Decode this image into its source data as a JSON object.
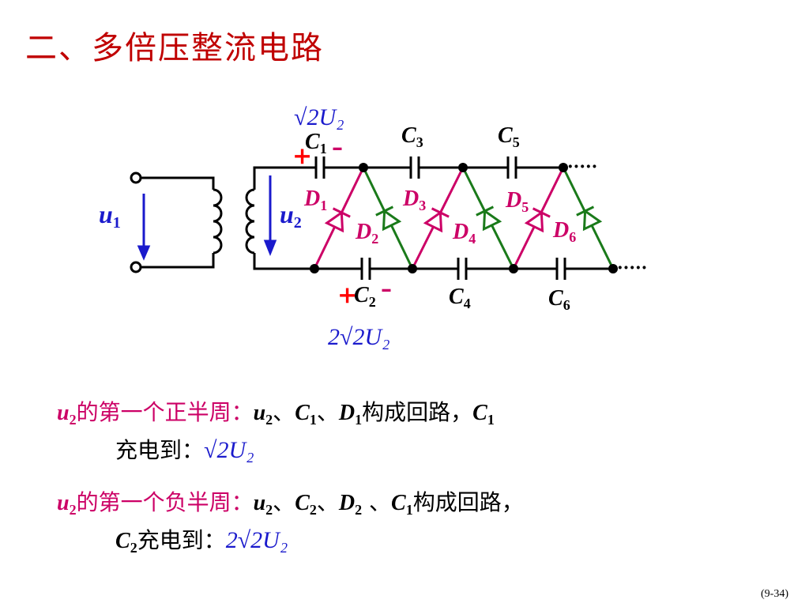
{
  "title": "二、多倍压整流电路",
  "diagram": {
    "top_formula": "√2U₂",
    "bottom_formula": "2√2U₂",
    "input_label": "u",
    "input_sub": "1",
    "secondary_label": "u",
    "secondary_sub": "2",
    "capacitors": [
      {
        "name": "C",
        "sub": "1"
      },
      {
        "name": "C",
        "sub": "2"
      },
      {
        "name": "C",
        "sub": "3"
      },
      {
        "name": "C",
        "sub": "4"
      },
      {
        "name": "C",
        "sub": "5"
      },
      {
        "name": "C",
        "sub": "6"
      }
    ],
    "diodes": [
      {
        "name": "D",
        "sub": "1"
      },
      {
        "name": "D",
        "sub": "2"
      },
      {
        "name": "D",
        "sub": "3"
      },
      {
        "name": "D",
        "sub": "4"
      },
      {
        "name": "D",
        "sub": "5"
      },
      {
        "name": "D",
        "sub": "6"
      }
    ],
    "plus": "+",
    "minus": "–",
    "continuation": "·····"
  },
  "text": {
    "line1_head": "的第一个正半周：",
    "line1_body_a": "、",
    "line1_body_b": "构成回路，",
    "line1_cont": "充电到：",
    "line2_head": "的第一个负半周：",
    "line2_body_b": "构成回路，",
    "line2_cont": "充电到：",
    "u": "u",
    "sub2": "2",
    "C": "C",
    "D": "D",
    "sub1": "1",
    "sep": "、",
    "sep_sp": " 、",
    "f1": "√2U₂",
    "f2": "2√2U₂"
  },
  "page_number": "(9-34)"
}
